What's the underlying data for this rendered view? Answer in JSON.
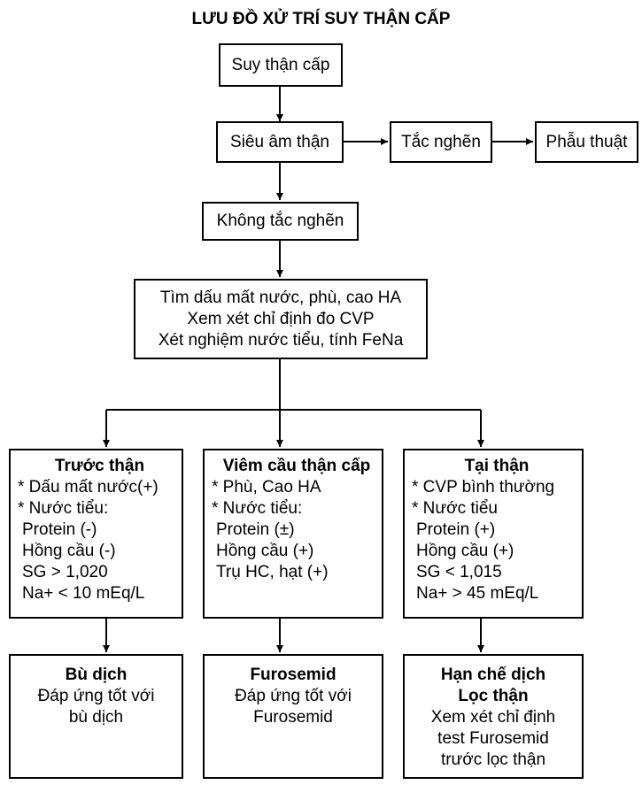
{
  "title": "LƯU ĐỒ XỬ TRÍ SUY THẬN CẤP",
  "nodes": {
    "start": "Suy thận cấp",
    "ultrasound": "Siêu âm thận",
    "obstruction": "Tắc nghẽn",
    "surgery": "Phẫu thuật",
    "no_obstruction": "Không tắc nghẽn",
    "assess": [
      "Tìm dấu mất nước, phù, cao HA",
      "Xem xét chỉ định đo CVP",
      "Xét nghiệm nước tiểu, tính FeNa"
    ]
  },
  "prerenal": {
    "heading": "Trước thận",
    "lines": [
      "* Dấu mất nước(+)",
      "* Nước tiểu:",
      " Protein (-)",
      " Hồng cầu (-)",
      " SG > 1,020",
      " Na+ < 10 mEq/L"
    ]
  },
  "glomerulo": {
    "heading": "Viêm cầu thận cấp",
    "lines": [
      "* Phù, Cao HA",
      "* Nước tiểu:",
      " Protein (±)",
      " Hồng cầu (+)",
      " Trụ HC, hạt (+)"
    ]
  },
  "renal": {
    "heading": "Tại thận",
    "lines": [
      "* CVP bình thường",
      "* Nước tiểu",
      " Protein (+)",
      " Hồng cầu (+)",
      " SG < 1,015",
      " Na+ > 45 mEq/L"
    ]
  },
  "treat_prerenal": {
    "heading": "Bù dịch",
    "lines": [
      "Đáp ứng tốt với",
      "bù dịch"
    ]
  },
  "treat_glomerulo": {
    "heading": "Furosemid",
    "lines": [
      "Đáp ứng tốt với",
      "Furosemid"
    ]
  },
  "treat_renal": {
    "headings": [
      "Hạn chế dịch",
      "Lọc thận"
    ],
    "lines": [
      "Xem xét chỉ định",
      "test Furosemid",
      "trước lọc thận"
    ]
  }
}
